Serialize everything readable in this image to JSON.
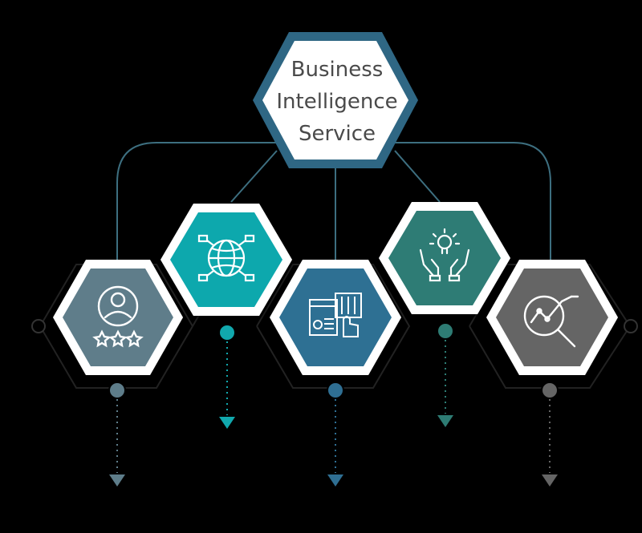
{
  "title": {
    "line1": "Business",
    "line2": "Intelligence",
    "line3": "Service"
  },
  "colors": {
    "background": "#000000",
    "title_border": "#2f6784",
    "title_fill": "#ffffff",
    "title_text": "#4a4a4a",
    "connector": "#3d6f80"
  },
  "nodes": [
    {
      "id": "rating",
      "icon": "user-rating-icon",
      "color": "#5e7d8a",
      "pin": "#5e7d8a",
      "arrow": "#5e7d8a"
    },
    {
      "id": "network",
      "icon": "globe-network-icon",
      "color": "#11a8ad",
      "pin": "#11a8ad",
      "arrow": "#11a8ad"
    },
    {
      "id": "dashboard",
      "icon": "dashboard-icon",
      "color": "#2f6f93",
      "pin": "#2f6f93",
      "arrow": "#2f6f93"
    },
    {
      "id": "idea",
      "icon": "idea-hands-icon",
      "color": "#2e7c74",
      "pin": "#2e7c74",
      "arrow": "#2e7c74"
    },
    {
      "id": "analytics",
      "icon": "analytics-search-icon",
      "color": "#656565",
      "pin": "#656565",
      "arrow": "#656565"
    }
  ]
}
